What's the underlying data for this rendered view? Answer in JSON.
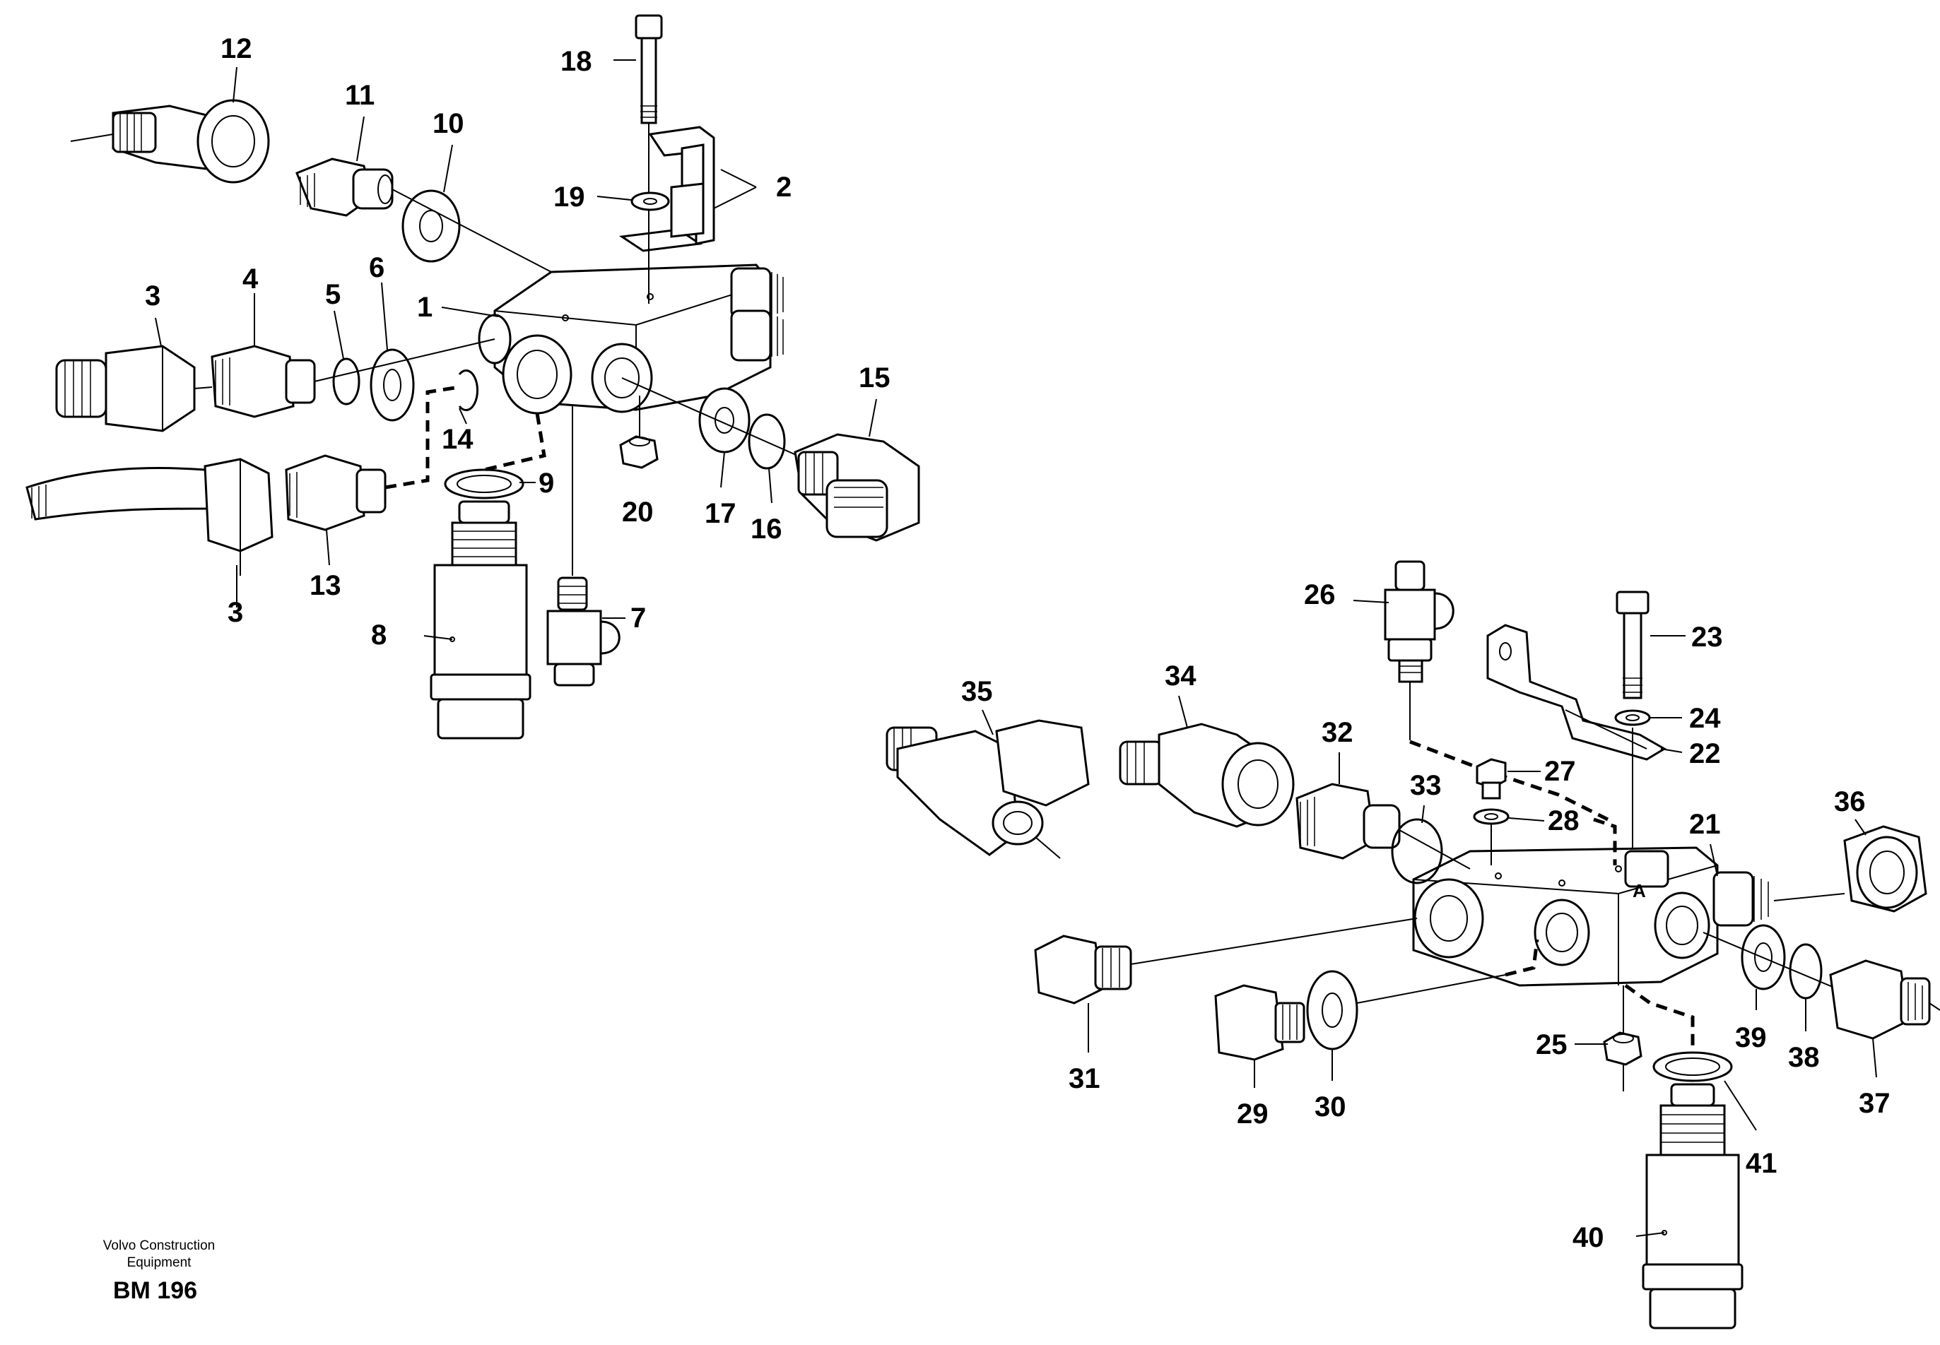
{
  "diagram": {
    "labels": [
      "1",
      "2",
      "3",
      "3",
      "4",
      "5",
      "6",
      "7",
      "8",
      "9",
      "10",
      "11",
      "12",
      "13",
      "14",
      "15",
      "16",
      "17",
      "18",
      "19",
      "20",
      "21",
      "22",
      "23",
      "24",
      "25",
      "26",
      "27",
      "28",
      "29",
      "30",
      "31",
      "32",
      "33",
      "34",
      "35",
      "36",
      "37",
      "38",
      "39",
      "40",
      "41"
    ],
    "port_marking": "A"
  },
  "footer": {
    "company_line1": "Volvo Construction",
    "company_line2": "Equipment",
    "drawing_code": "BM 196"
  }
}
